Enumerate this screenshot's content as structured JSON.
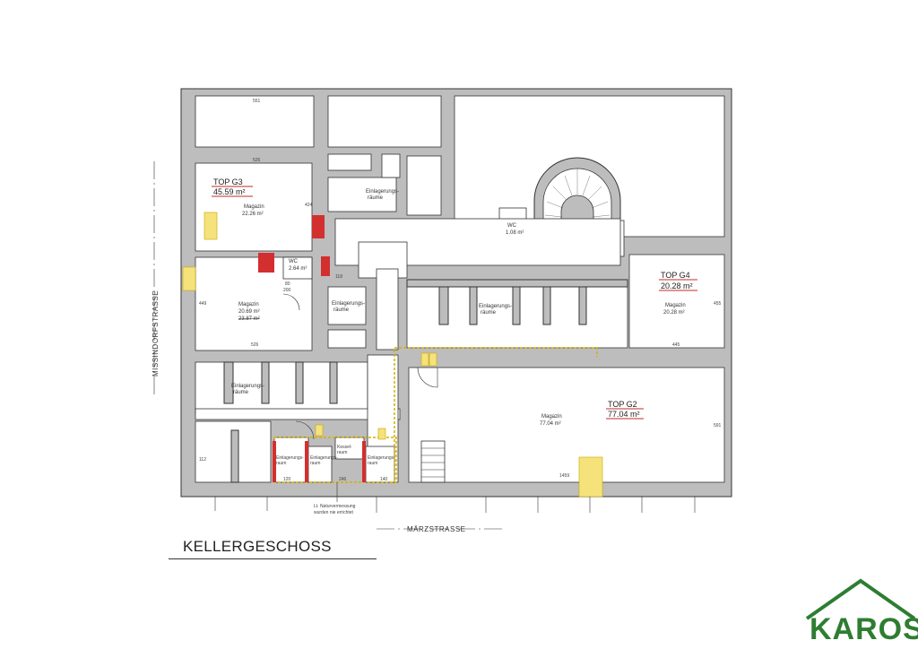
{
  "title": "KELLERGESCHOSS",
  "logo": {
    "text": "KAROS",
    "color": "#2e7d32"
  },
  "streets": {
    "west": "MISSINDORFSTRASSE",
    "south": "MÄRZSTRASSE"
  },
  "units": [
    {
      "name": "TOP G3",
      "area": "45.59 m²"
    },
    {
      "name": "TOP G4",
      "area": "20.28 m²"
    },
    {
      "name": "TOP G2",
      "area": "77.04 m²"
    }
  ],
  "rooms": {
    "g3_upper_name": "Magazin",
    "g3_upper_area": "22.26 m²",
    "g3_lower_name": "Magazin",
    "g3_lower_area": "20.69 m²",
    "g3_lower_area_old": "23.87 m²",
    "wc_left_name": "WC",
    "wc_left_area": "2.64 m²",
    "wc_right_name": "WC",
    "wc_right_area": "1.08 m²",
    "g4_name": "Magazin",
    "g4_area": "20.28 m²",
    "g2_name": "Magazin",
    "g2_area": "77.04 m²",
    "storage_1": "Einlagerungs-\nräume",
    "storage_2": "Einlagerungs-\nräume",
    "storage_3": "Einlagerungs-\nräume",
    "storage_4": "Einlagerungs-\nräume",
    "small_a": "Einlagerungs-\nraum",
    "small_b": "Einlagerungs-\nraum",
    "small_c": "Kessel-\nraum",
    "small_d": "Einlagerungs-\nraum"
  },
  "note": "Lt. Naturvermessung\nwurden nie errichtet",
  "dims": {
    "top": "551",
    "g3_width": "526",
    "g3_lower_width": "526",
    "g3_height": "449",
    "g3_side": "424",
    "g4_height": "455",
    "g4_width": "445",
    "g2_width": "1459",
    "g2_height": "591",
    "small_w": "118",
    "d80": "80",
    "d200": "200",
    "small_l": "112",
    "w120": "120",
    "w246": "246",
    "w140": "140"
  }
}
